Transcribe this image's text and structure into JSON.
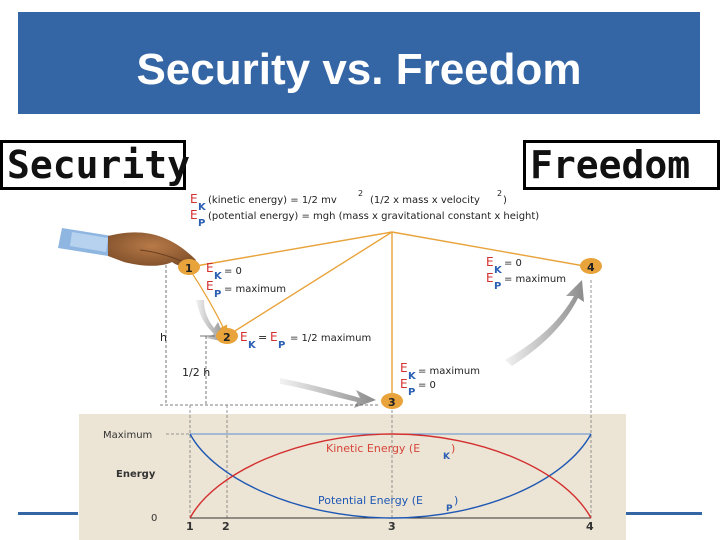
{
  "slide": {
    "title": "Security vs. Freedom",
    "left_label": "Security",
    "right_label": "Freedom"
  },
  "equations": {
    "ek_prefix": "E",
    "ek_sub": "K",
    "ek_text": "(kinetic energy) = 1/2 mv",
    "ek_sup": "2",
    "ek_paren": "(1/2 x mass x velocity",
    "ek_paren_sup": "2",
    "ek_close": ")",
    "ep_prefix": "E",
    "ep_sub": "P",
    "ep_text": "(potential energy) = mgh (mass x gravitational constant x height)"
  },
  "positions": {
    "p1": {
      "num": "1",
      "line1": "= 0",
      "line2": "= maximum"
    },
    "p2": {
      "num": "2",
      "text": "= 1/2 maximum"
    },
    "p3": {
      "num": "3",
      "line1": "= maximum",
      "line2": "= 0"
    },
    "p4": {
      "num": "4",
      "line1": "= 0",
      "line2": "= maximum"
    }
  },
  "heights": {
    "h": "h",
    "half_h": "1/2 h"
  },
  "graph": {
    "y_max_label": "Maximum",
    "y_axis_label": "Energy",
    "y_zero_label": "0",
    "x_ticks": [
      "1",
      "2",
      "3",
      "4"
    ],
    "kinetic_label": "Kinetic Energy (E",
    "kinetic_sub": "K",
    "potential_label": "Potential Energy (E",
    "potential_sub": "P",
    "close_paren": ")"
  },
  "colors": {
    "banner": "#3465a4",
    "graph_bg": "#ece4d4",
    "orange": "#e8a33a",
    "red": "#d32f2f",
    "blue": "#1e58b4",
    "ek_blue": "#2b5fb3",
    "line_blue": "#5a8fd0",
    "kinetic_red": "#d6453a"
  }
}
